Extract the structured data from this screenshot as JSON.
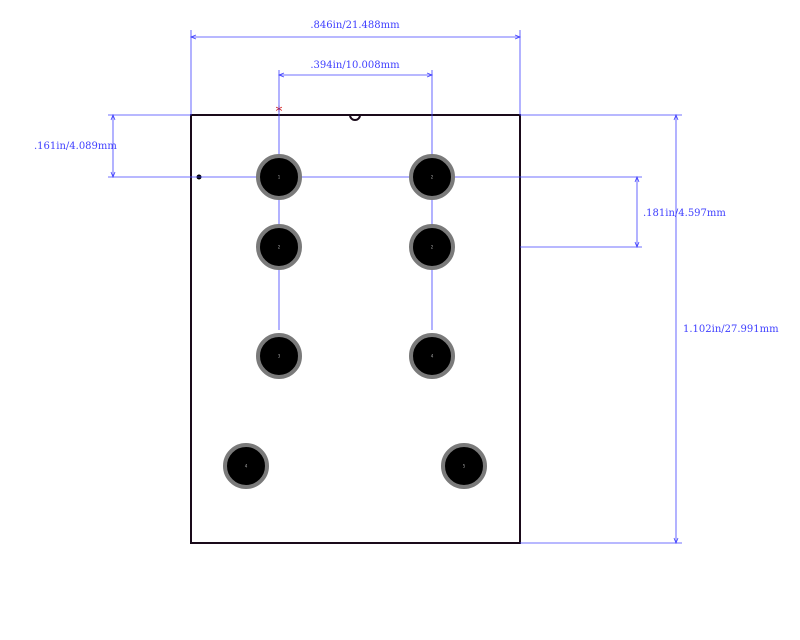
{
  "dimensions": {
    "overall_width": ".846in/21.488mm",
    "pin_pitch_x": ".394in/10.008mm",
    "edge_to_pin1_y": ".161in/4.089mm",
    "pin_pitch_y": ".181in/4.597mm",
    "overall_height": "1.102in/27.991mm"
  },
  "pins": [
    {
      "label": "1"
    },
    {
      "label": "2"
    },
    {
      "label": "2"
    },
    {
      "label": "2"
    },
    {
      "label": "3"
    },
    {
      "label": "4"
    },
    {
      "label": "4"
    },
    {
      "label": "5"
    }
  ],
  "colors": {
    "dimension": "#4040ff",
    "outline": "#1a0a1a",
    "pad_ring": "#7a7a7a",
    "pad_fill": "#000000",
    "origin_marker": "#cc0000"
  }
}
